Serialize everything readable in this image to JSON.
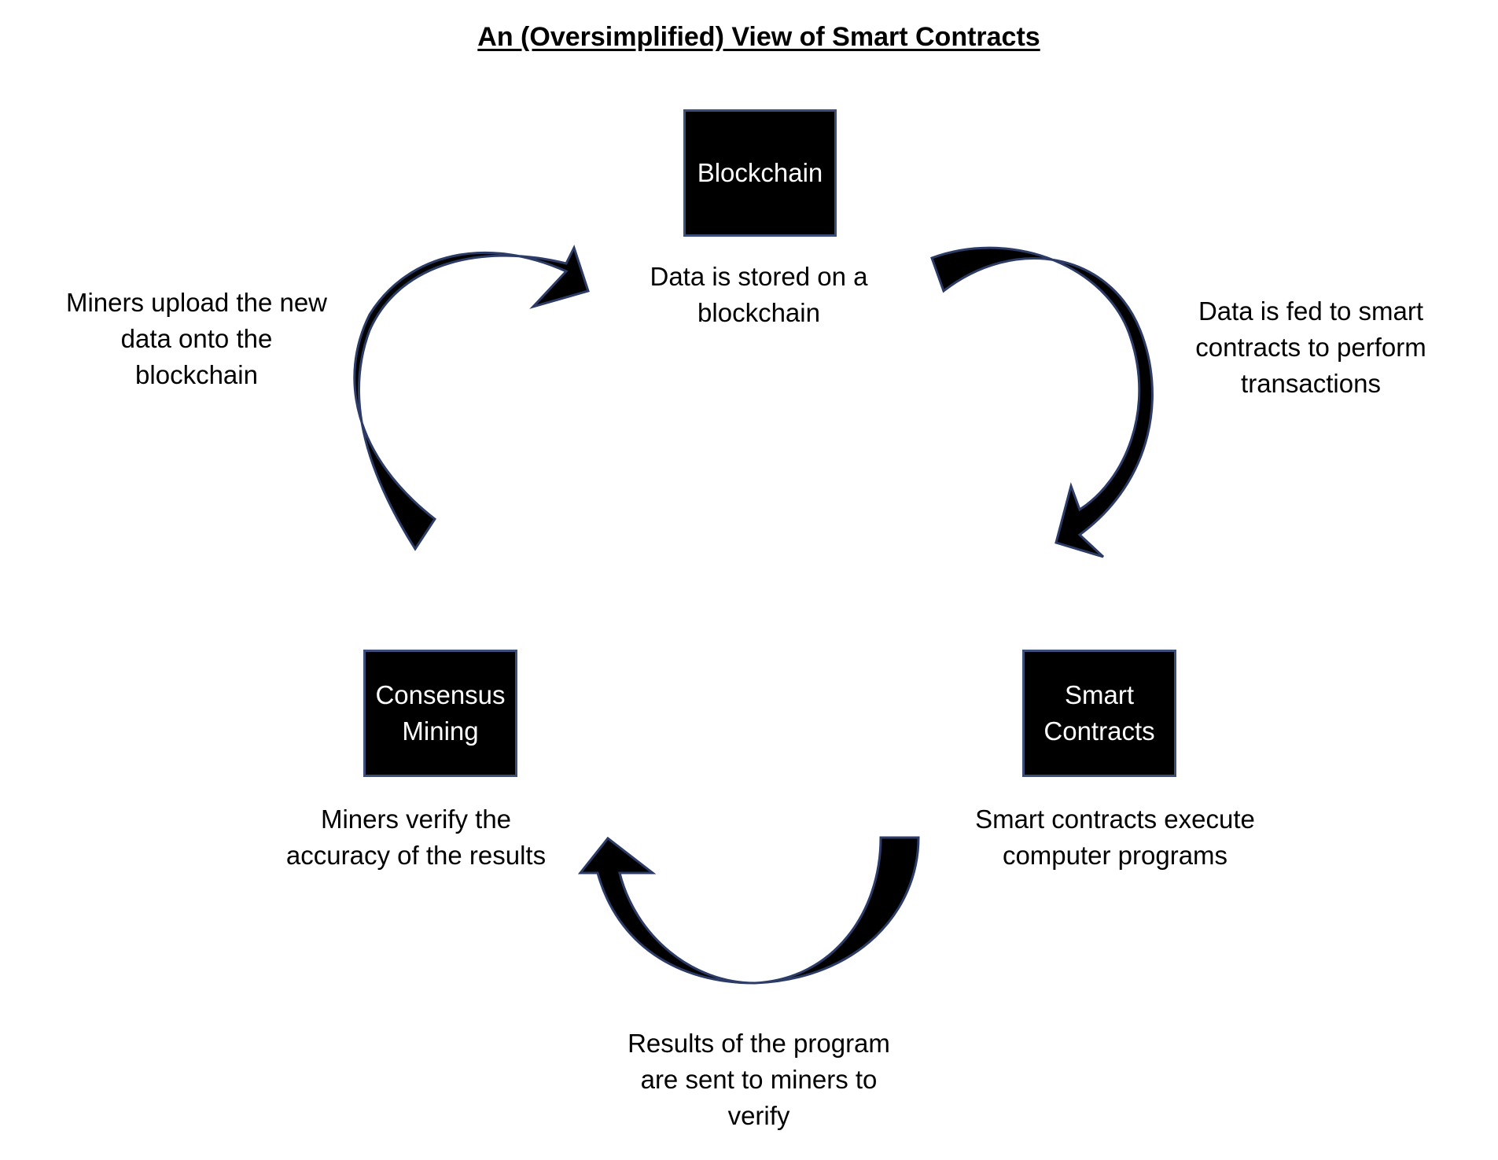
{
  "title": "An (Oversimplified) View of Smart Contracts",
  "nodes": {
    "blockchain": {
      "label": [
        "Blockchain"
      ],
      "caption": [
        "Data is stored on a",
        "blockchain"
      ]
    },
    "smart_contracts": {
      "label": [
        "Smart",
        "Contracts"
      ],
      "caption": [
        "Smart contracts execute",
        "computer programs"
      ]
    },
    "consensus_mining": {
      "label": [
        "Consensus",
        "Mining"
      ],
      "caption": [
        "Miners verify the",
        "accuracy of the results"
      ]
    }
  },
  "edges": {
    "blockchain_to_contracts": {
      "from": "blockchain",
      "to": "smart_contracts",
      "caption": [
        "Data is fed to smart",
        "contracts to perform",
        "transactions"
      ]
    },
    "contracts_to_mining": {
      "from": "smart_contracts",
      "to": "consensus_mining",
      "caption": [
        "Results of the program",
        "are sent to miners to",
        "verify"
      ]
    },
    "mining_to_blockchain": {
      "from": "consensus_mining",
      "to": "blockchain",
      "caption": [
        "Miners upload the new",
        "data onto the",
        "blockchain"
      ]
    }
  },
  "colors": {
    "node_fill": "#000000",
    "node_border": "#3b4f7a",
    "arrow_fill": "#000000",
    "arrow_stroke": "#2c3c66"
  }
}
